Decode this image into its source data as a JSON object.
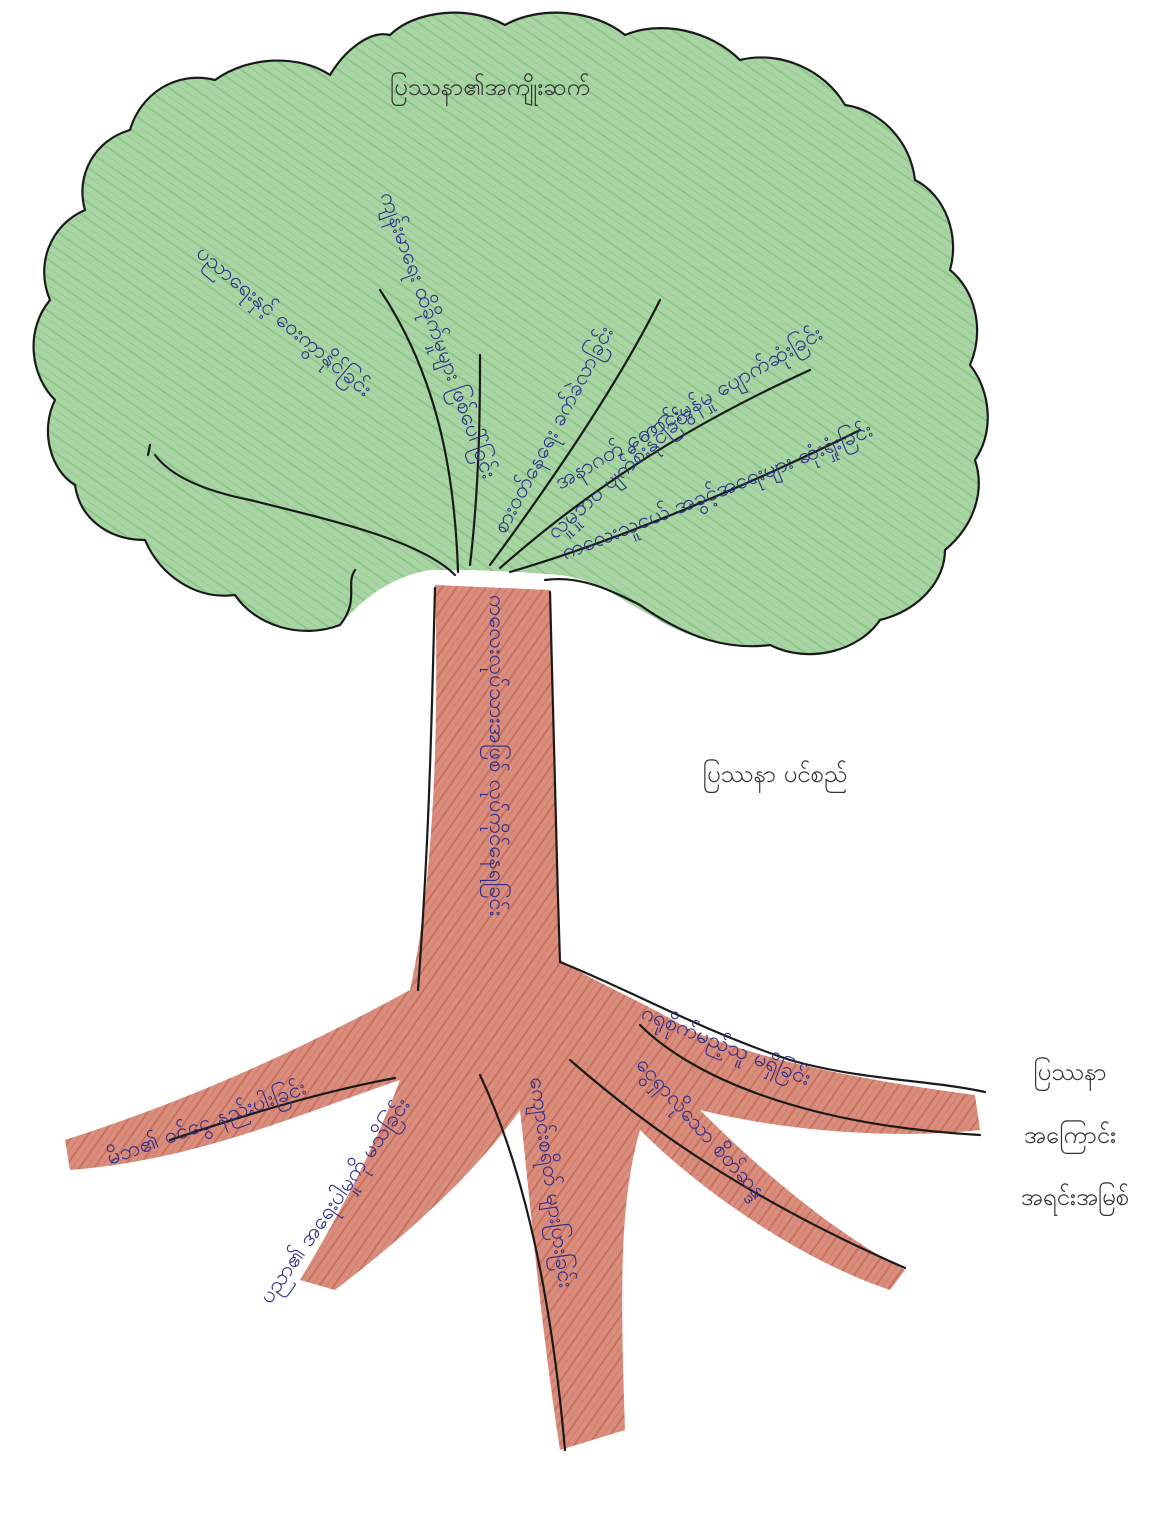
{
  "diagram": {
    "colors": {
      "canopy": "#a9d5a4",
      "canopy_shade": "#8cc789",
      "trunk": "#d98d7c",
      "trunk_shade": "#c9705f",
      "outline": "#1a1a1a",
      "handwriting": "#2e2e8a",
      "label_ink": "#333333"
    },
    "canopy": {
      "heading": "ပြဿနာ၏အကျိုးဆက်",
      "branches": [
        "ပညာရေးနှင့် ဝေးကွာနိုင်ခြင်း",
        "ကျန်းမာရေး ထိခိုက်မှုများ ဖြစ်ပေါ်ခြင်း",
        "စားဝတ်နေရေး ခက်ခဲလာခြင်း",
        "လူမှုဘဝ ပျက်စီးနိုင်ခြင်း",
        "အနာဂတ် ကောင်းမွန်မှု ပျောက်ဆုံးခြင်း",
        "ကလေးသူငယ် အခွင့်အရေးများ ဆုံးရှုံးခြင်း"
      ]
    },
    "trunk": {
      "label": "ပြဿနာ ပင်စည်",
      "text": "ကလေးလုပ်သားအဖြစ် လုပ်ကိုင်နေရခြင်း"
    },
    "roots": {
      "label_lines": [
        "ပြဿနာ",
        "အကြောင်း",
        "အရင်းအမြစ်"
      ],
      "items": [
        "မိဘ၏ ဝင်ငွေ နည်းပါးခြင်း",
        "ပညာ၏ အရေးပါမှုကို မသိခြင်း",
        "ကျောင်းစရိတ် များပြားခြင်း",
        "ငွေရှာလိုသော စိတ်ဆန္ဒ",
        "ဂရုစိုက်မည့်သူ မရှိခြင်း"
      ]
    }
  }
}
